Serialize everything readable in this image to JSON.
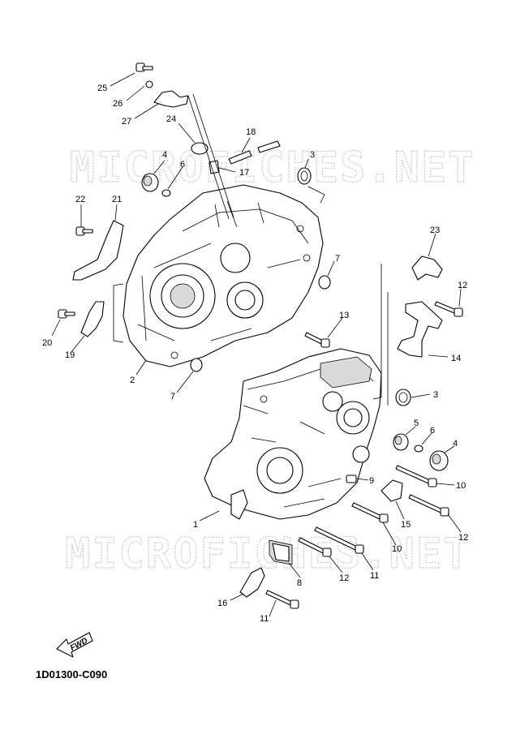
{
  "diagram_code": "1D01300-C090",
  "watermark": "MICROFICHES.NET",
  "fwd_label": "FWD",
  "callouts": {
    "c25": "25",
    "c26": "26",
    "c27": "27",
    "c24": "24",
    "c18": "18",
    "c17": "17",
    "c4a": "4",
    "c6a": "6",
    "c3a": "3",
    "c22": "22",
    "c21": "21",
    "c7a": "7",
    "c20": "20",
    "c19": "19",
    "c2": "2",
    "c7b": "7",
    "c23": "23",
    "c12a": "12",
    "c13": "13",
    "c14": "14",
    "c3b": "3",
    "c5": "5",
    "c6b": "6",
    "c4b": "4",
    "c9": "9",
    "c10a": "10",
    "c15": "15",
    "c1": "1",
    "c12b": "12",
    "c10b": "10",
    "c11a": "11",
    "c8": "8",
    "c12c": "12",
    "c16": "16",
    "c11b": "11"
  }
}
